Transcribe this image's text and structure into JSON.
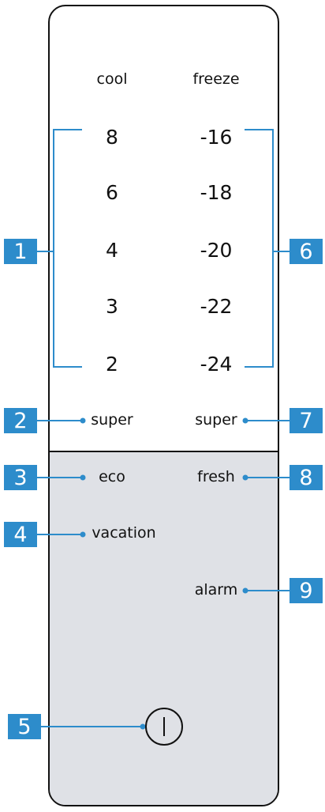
{
  "headers": {
    "cool": "cool",
    "freeze": "freeze"
  },
  "cool_temps": [
    "8",
    "6",
    "4",
    "3",
    "2"
  ],
  "freeze_temps": [
    "-16",
    "-18",
    "-20",
    "-22",
    "-24"
  ],
  "functions": {
    "super_cool": "super",
    "super_freeze": "super",
    "eco": "eco",
    "fresh": "fresh",
    "vacation": "vacation",
    "alarm": "alarm"
  },
  "callouts": [
    "1",
    "2",
    "3",
    "4",
    "5",
    "6",
    "7",
    "8",
    "9"
  ],
  "colors": {
    "callout": "#2d8ccb",
    "lower_panel": "#dfe1e6",
    "outline": "#111111"
  },
  "icons": {
    "power": "power-icon"
  }
}
